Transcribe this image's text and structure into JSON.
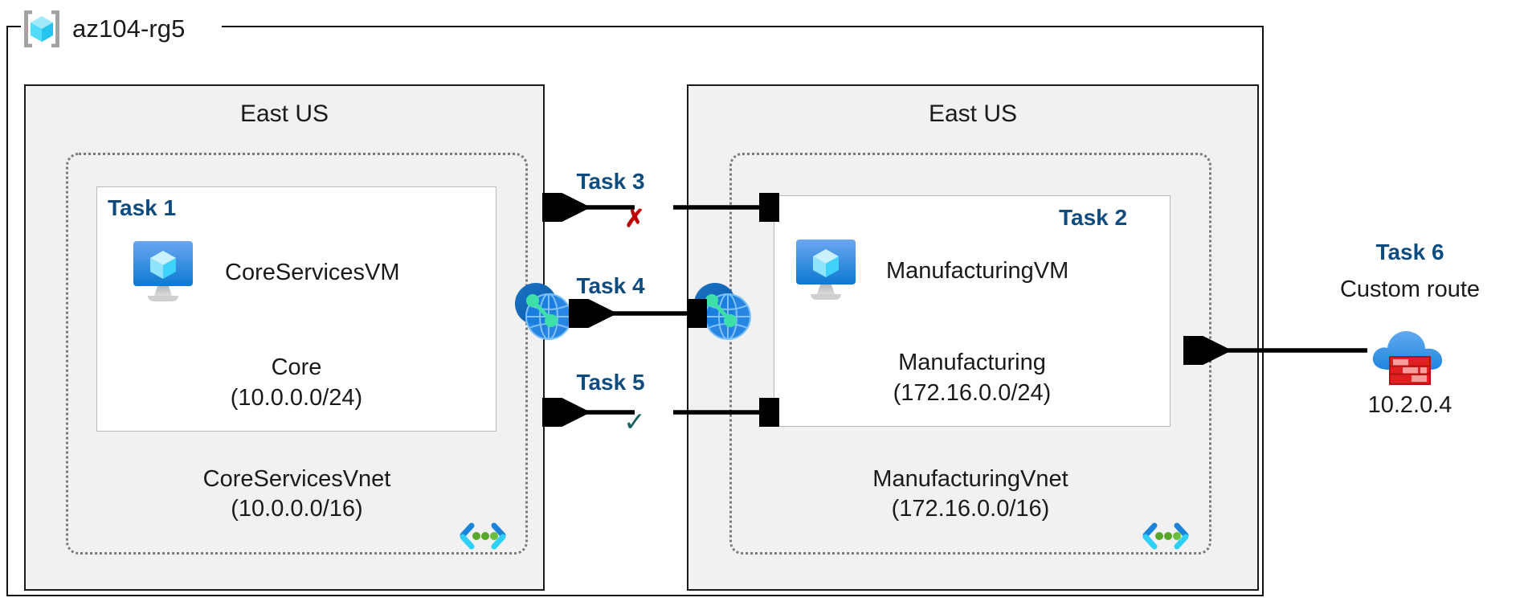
{
  "resource_group": {
    "name": "az104-rg5",
    "icon": "azure-resource-group-icon"
  },
  "regions": [
    {
      "id": "left",
      "label": "East US"
    },
    {
      "id": "right",
      "label": "East US"
    }
  ],
  "vnets": [
    {
      "id": "core",
      "name": "CoreServicesVnet",
      "cidr": "(10.0.0.0/16)",
      "subnet_icon": "subnet-code-brackets-icon"
    },
    {
      "id": "manufacturing",
      "name": "ManufacturingVnet",
      "cidr": "(172.16.0.0/16)",
      "subnet_icon": "subnet-code-brackets-icon"
    }
  ],
  "subnets": [
    {
      "id": "core-subnet",
      "task": "Task 1",
      "vm_name": "CoreServicesVM",
      "vm_icon": "virtual-machine-icon",
      "name": "Core",
      "cidr": "(10.0.0.0/24)"
    },
    {
      "id": "manufacturing-subnet",
      "task": "Task 2",
      "vm_name": "ManufacturingVM",
      "vm_icon": "virtual-machine-icon",
      "name": "Manufacturing",
      "cidr": "(172.16.0.0/24)"
    }
  ],
  "peering_icons": [
    {
      "id": "peer-left",
      "icon": "vnet-peering-globe-icon"
    },
    {
      "id": "peer-right",
      "icon": "vnet-peering-globe-icon"
    }
  ],
  "connections": [
    {
      "id": "task3",
      "label": "Task 3",
      "marker": "✗",
      "marker_type": "cross"
    },
    {
      "id": "task4",
      "label": "Task 4",
      "marker": "",
      "marker_type": "none"
    },
    {
      "id": "task5",
      "label": "Task 5",
      "marker": "✓",
      "marker_type": "check"
    }
  ],
  "custom_route": {
    "task": "Task 6",
    "label": "Custom route",
    "ip": "10.2.0.4",
    "icon": "cloud-firewall-icon"
  },
  "colors": {
    "task_blue": "#0e4c7f",
    "cross_red": "#c00000",
    "check_green": "#18605c",
    "region_fill": "#f1f1f1",
    "vnet_dotted": "#7a7a7a",
    "azure_blue": "#0078d4"
  }
}
